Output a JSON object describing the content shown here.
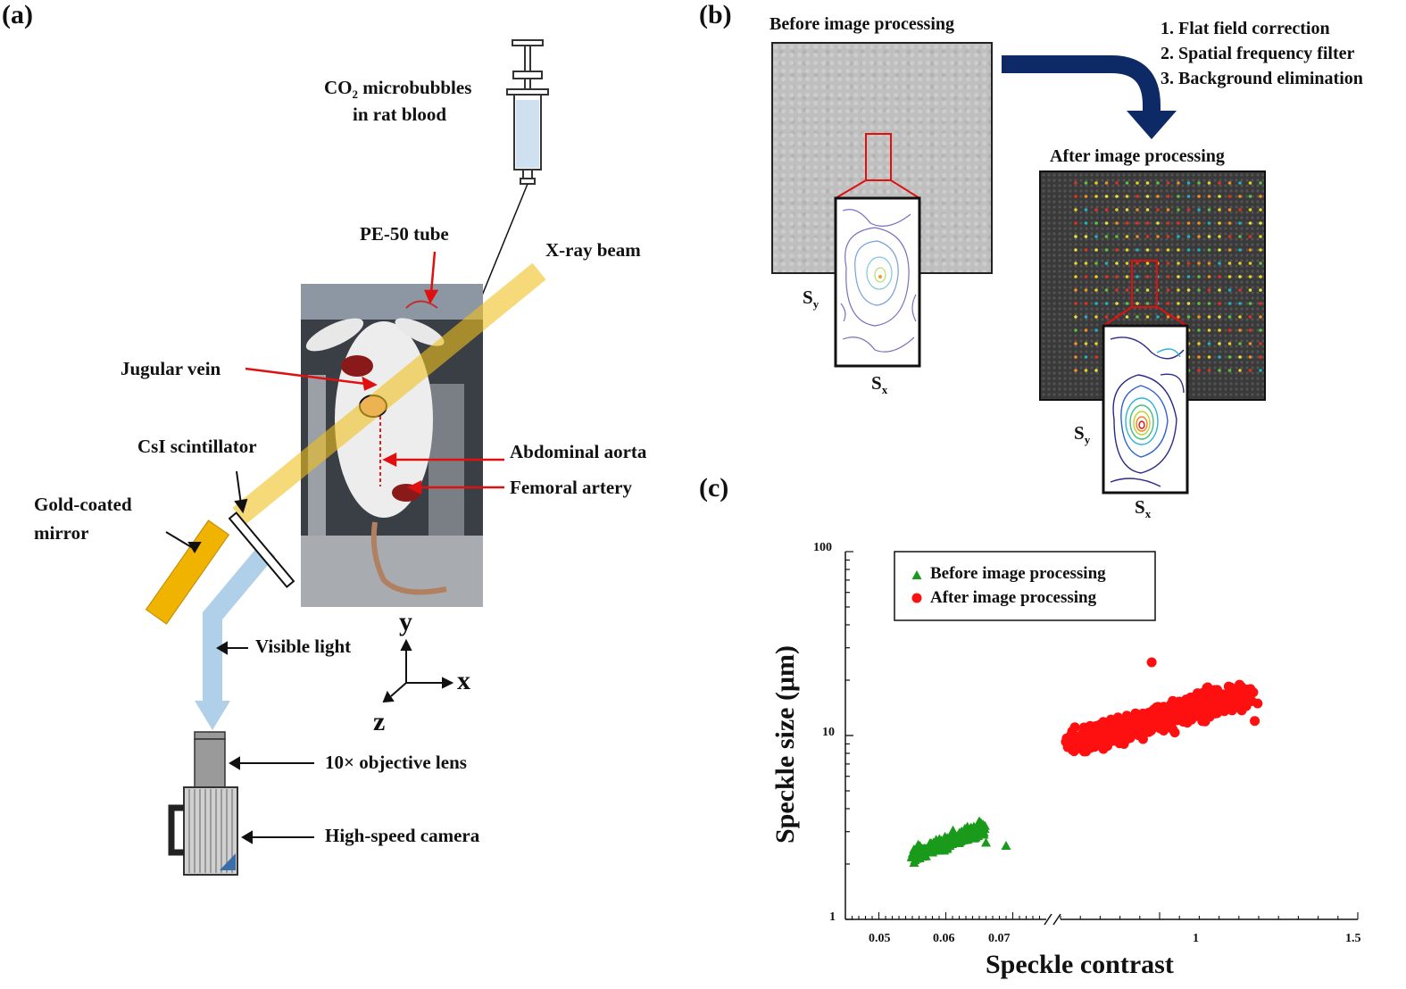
{
  "panel_a": {
    "label": "(a)",
    "syringe_label_pre": "CO",
    "syringe_label_sub": "2",
    "syringe_label_post": " microbubbles",
    "syringe_label_line2": "in rat blood",
    "pe50": "PE-50 tube",
    "xray": "X-ray beam",
    "jugular": "Jugular vein",
    "aorta": "Abdominal aorta",
    "femoral": "Femoral artery",
    "csi": "CsI scintillator",
    "mirror_line1": "Gold-coated",
    "mirror_line2": "mirror",
    "visible": "Visible light",
    "objective": "10× objective lens",
    "camera": "High-speed camera",
    "axis_x": "x",
    "axis_y": "y",
    "axis_z": "z"
  },
  "panel_b": {
    "label": "(b)",
    "before": "Before image processing",
    "after": "After image processing",
    "steps": [
      "1. Flat field correction",
      "2. Spatial frequency filter",
      "3. Background elimination"
    ],
    "sy": "S",
    "sy_sub": "y",
    "sx": "S",
    "sx_sub": "x"
  },
  "panel_c": {
    "label": "(c)"
  },
  "chart_data": {
    "type": "scatter",
    "xlabel": "Speckle contrast",
    "ylabel": "Speckle size (μm)",
    "y_scale": "log",
    "ylim": [
      1,
      100
    ],
    "x_axis_broken": true,
    "x_ticks_left": [
      "0.05",
      "0.06",
      "0.07"
    ],
    "x_ticks_right": [
      "1",
      "1.5"
    ],
    "y_ticks": [
      "100",
      "10",
      "1"
    ],
    "legend_position": "top-left",
    "series": [
      {
        "name": "Before image processing",
        "marker": "triangle",
        "color": "#1a9a1a",
        "x_range": [
          0.055,
          0.069
        ],
        "y_range": [
          2.1,
          3.6
        ],
        "points": [
          [
            0.056,
            2.2
          ],
          [
            0.058,
            2.3
          ],
          [
            0.06,
            2.4
          ],
          [
            0.062,
            2.6
          ],
          [
            0.064,
            2.9
          ],
          [
            0.065,
            3.4
          ],
          [
            0.066,
            2.6
          ],
          [
            0.069,
            2.5
          ]
        ]
      },
      {
        "name": "After image processing",
        "marker": "circle",
        "color": "#ff1010",
        "x_range": [
          0.75,
          1.25
        ],
        "y_range": [
          7.9,
          25
        ],
        "points": [
          [
            0.8,
            9.5
          ],
          [
            0.9,
            11
          ],
          [
            1.0,
            13
          ],
          [
            1.1,
            15
          ],
          [
            1.2,
            17
          ],
          [
            0.98,
            25
          ],
          [
            1.24,
            12
          ]
        ]
      }
    ]
  }
}
